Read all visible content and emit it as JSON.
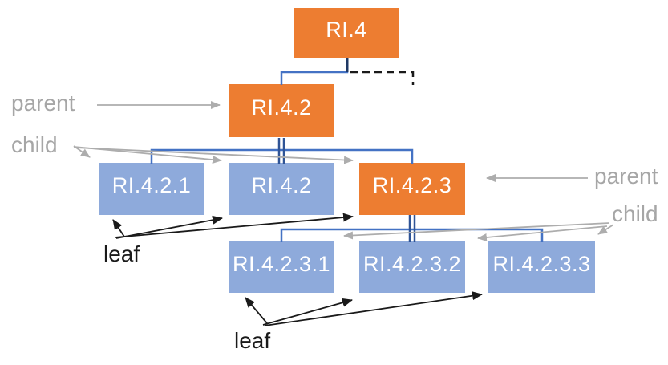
{
  "diagram": {
    "type": "tree-hierarchy",
    "colors": {
      "background": "#FFFFFF",
      "node_orange": "#ED7D31",
      "node_blue": "#8EAADB",
      "node_text": "#FFFFFF",
      "connector_blue": "#4472C4",
      "connector_navy": "#2F5496",
      "connector_dark_stub": "#1F3864",
      "dashed_black": "#1A1A1A",
      "annotation_gray": "#A6A6A6",
      "annotation_black": "#1A1A1A",
      "arrow_gray": "#ADADAD"
    },
    "nodes": [
      {
        "id": "ri4",
        "label": "RI.4",
        "variant": "orange"
      },
      {
        "id": "ri42",
        "label": "RI.4.2",
        "variant": "orange"
      },
      {
        "id": "ri421",
        "label": "RI.4.2.1",
        "variant": "blue"
      },
      {
        "id": "ri42b",
        "label": "RI.4.2",
        "variant": "blue"
      },
      {
        "id": "ri423",
        "label": "RI.4.2.3",
        "variant": "orange"
      },
      {
        "id": "ri4231",
        "label": "RI.4.2.3.1",
        "variant": "blue"
      },
      {
        "id": "ri4232",
        "label": "RI.4.2.3.2",
        "variant": "blue"
      },
      {
        "id": "ri4233",
        "label": "RI.4.2.3.3",
        "variant": "blue"
      }
    ],
    "annotations": [
      {
        "id": "parent-left",
        "text": "parent"
      },
      {
        "id": "child-left",
        "text": "child"
      },
      {
        "id": "parent-right",
        "text": "parent"
      },
      {
        "id": "child-right",
        "text": "child"
      },
      {
        "id": "leaf-left",
        "text": "leaf"
      },
      {
        "id": "leaf-bottom",
        "text": "leaf"
      }
    ]
  }
}
